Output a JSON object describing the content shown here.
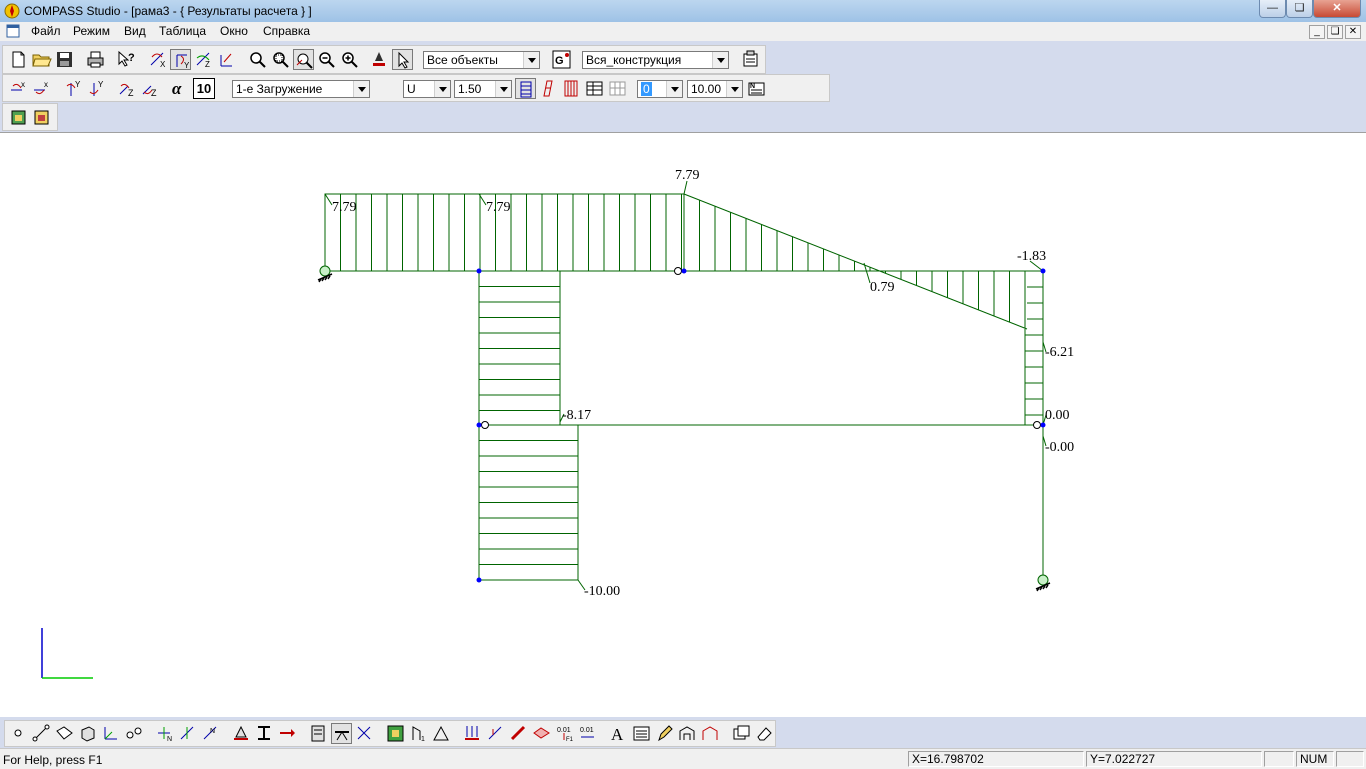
{
  "window": {
    "title": "COMPASS  Studio - [рама3 - { Результаты расчета } ]"
  },
  "menu": {
    "items": [
      "Файл",
      "Режим",
      "Вид",
      "Таблица",
      "Окно",
      "Справка"
    ]
  },
  "toolbar1": {
    "objects_select": "Все объекты",
    "construction_select": "Вся_конструкция"
  },
  "toolbar2": {
    "alpha_value": "10",
    "loading_select": "1-е Загружение",
    "quantity_select": "U",
    "scale_select": "1.50",
    "digits_select": "0",
    "size_select": "10.00"
  },
  "diagram": {
    "labels": [
      "7.79",
      "7.79",
      "7.79",
      "-1.83",
      "0.79",
      "-6.21",
      "-8.17",
      "0.00",
      "-0.00",
      "-10.00"
    ]
  },
  "status": {
    "help": "For Help, press F1",
    "x_coord": "X=16.798702",
    "y_coord": "Y=7.022727",
    "num": "NUM"
  },
  "colors": {
    "diagram": "#006400",
    "node": "#0000ff",
    "axis_x": "#00cc00",
    "axis_y": "#0000cc"
  }
}
